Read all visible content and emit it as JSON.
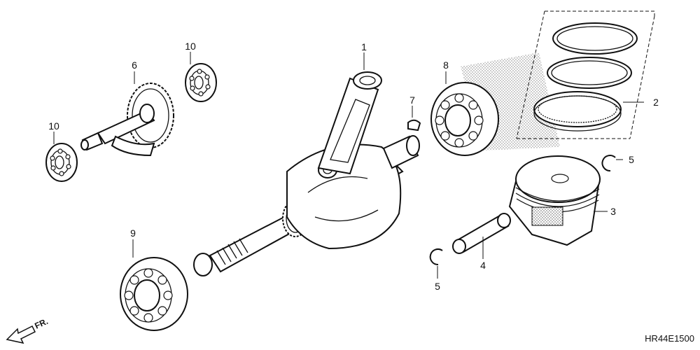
{
  "callouts": {
    "c1": "1",
    "c2": "2",
    "c3": "3",
    "c4": "4",
    "c5a": "5",
    "c5b": "5",
    "c6": "6",
    "c7": "7",
    "c8": "8",
    "c9": "9",
    "c10a": "10",
    "c10b": "10"
  },
  "direction_label": "FR.",
  "diagram_code": "HR44E1500"
}
